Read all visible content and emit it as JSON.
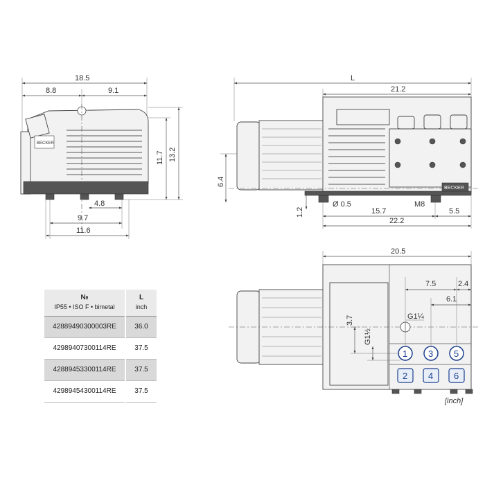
{
  "front_view": {
    "dims": {
      "overall_width": "18.5",
      "left_width": "8.8",
      "right_width": "9.1",
      "height_mid": "11.7",
      "height_total": "13.2",
      "feet_spacing": "4.8",
      "feet_outer": "9.7",
      "base_width": "11.6"
    },
    "brand_label": "BECKER"
  },
  "side_view": {
    "dims": {
      "length": "L",
      "top_span": "21.2",
      "shaft_height": "6.4",
      "foot_gap": "1.2",
      "hole_diameter": "Ø 0.5",
      "thread": "M8",
      "base_span": "15.7",
      "edge_offset": "5.5",
      "base_total": "22.2"
    },
    "brand_label": "BECKER"
  },
  "top_view": {
    "dims": {
      "overall": "20.5",
      "port_span_a": "7.5",
      "port_offset": "2.4",
      "port_span_b": "6.1",
      "height_a": "3.7",
      "thread_a": "G1¼",
      "thread_b": "G1½"
    },
    "ports": [
      "1",
      "3",
      "5",
      "2",
      "4",
      "6"
    ],
    "unit_note": "[inch]"
  },
  "spec_table": {
    "col1_header": "№",
    "col1_sub": "IP55 • ISO F • bimetal",
    "col2_header": "L",
    "col2_sub": "inch",
    "rows": [
      {
        "part": "42889490300003RE",
        "length": "36.0"
      },
      {
        "part": "42989407300114RE",
        "length": "37.5"
      },
      {
        "part": "42889453300114RE",
        "length": "37.5"
      },
      {
        "part": "42989454300114RE",
        "length": "37.5"
      }
    ]
  }
}
